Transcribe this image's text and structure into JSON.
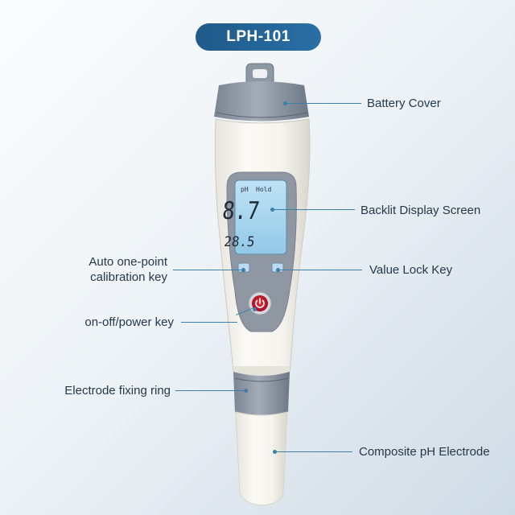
{
  "title": "LPH-101",
  "display": {
    "status_left": "pH",
    "status_right": "Hold",
    "main_value": "8.7",
    "temp_value": "28.5"
  },
  "labels": {
    "battery_cover": "Battery Cover",
    "backlit_display": "Backlit Display Screen",
    "value_lock_key": "Value Lock Key",
    "calibration_key": "Auto one-point calibration key",
    "power_key": "on-off/power key",
    "fixing_ring": "Electrode fixing ring",
    "electrode": "Composite pH Electrode"
  },
  "colors": {
    "title_pill": "#2a6fa4",
    "body": "#f7f5ef",
    "cap": "#8c95a3",
    "lcd": "#a9d6ee",
    "power_button": "#c8102e",
    "leader_line": "#3d7fa6"
  },
  "icons": {
    "power": "power-icon"
  }
}
